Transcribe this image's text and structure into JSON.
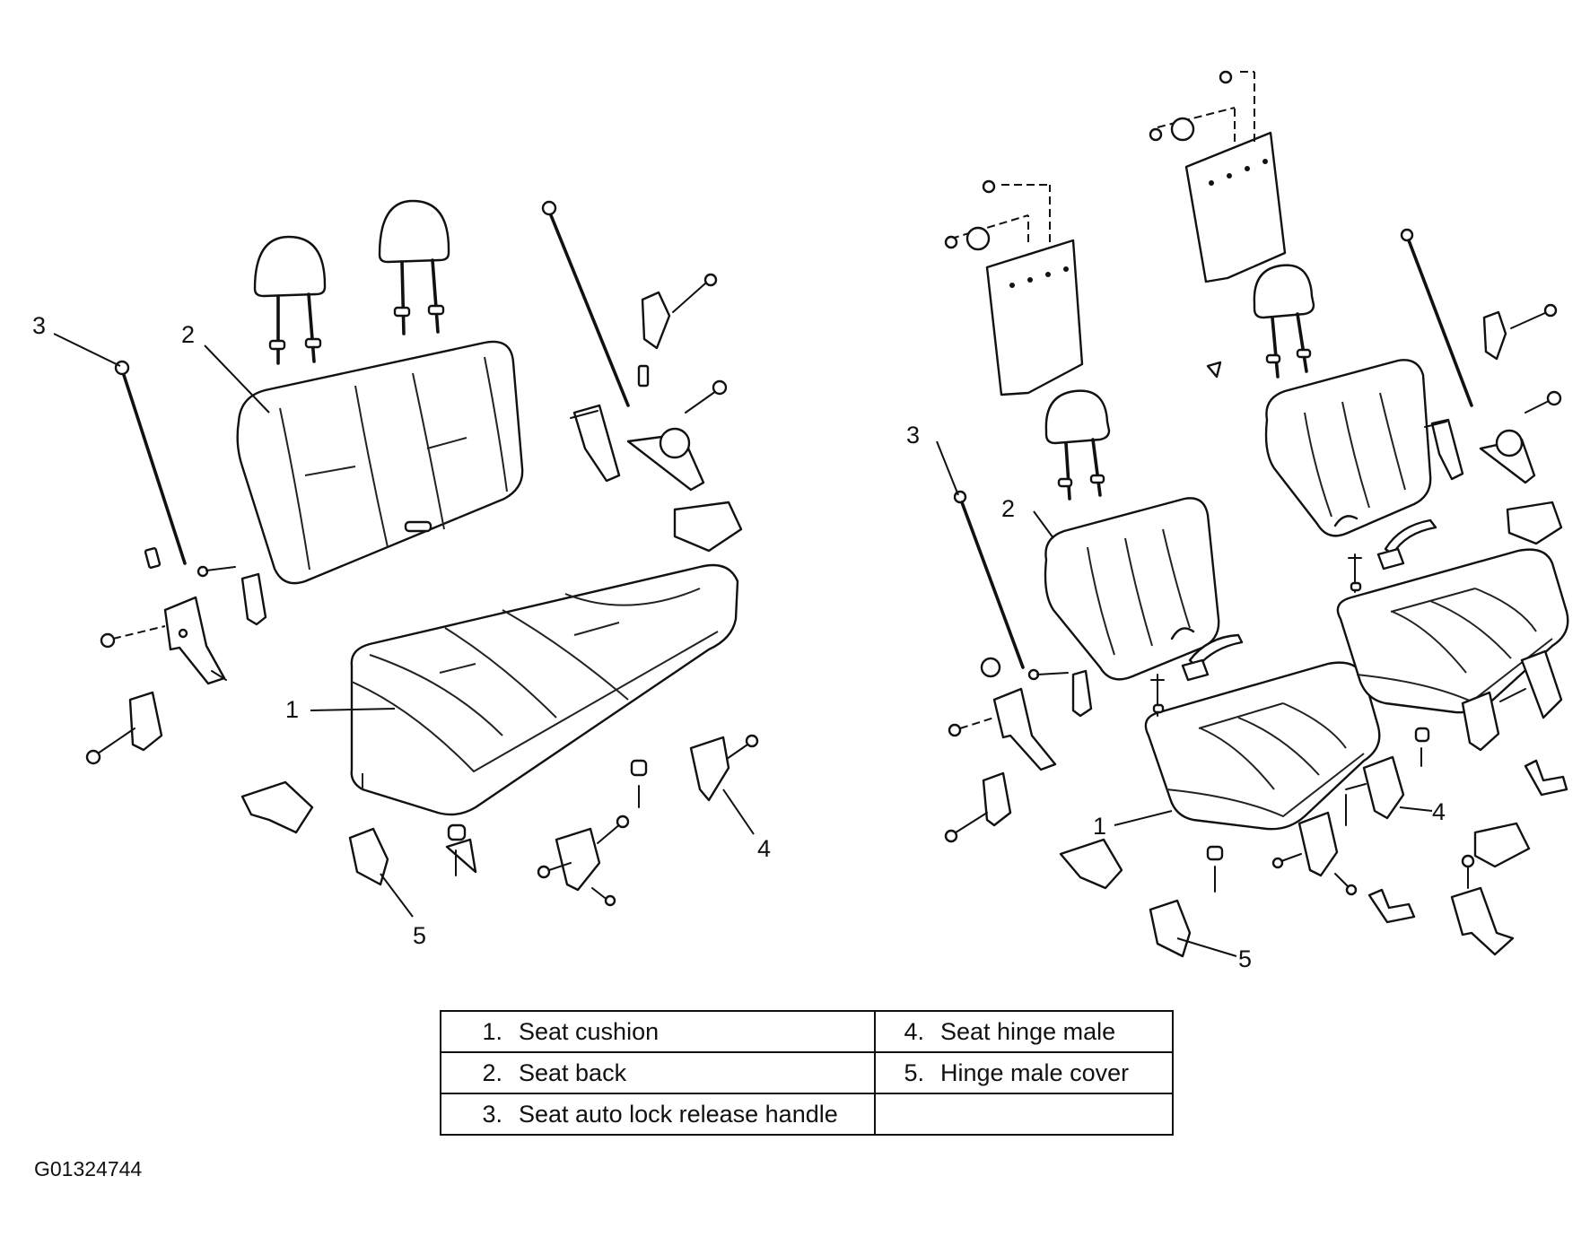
{
  "callouts": {
    "rear": [
      "1",
      "2",
      "3",
      "4",
      "5"
    ],
    "front": [
      "1",
      "2",
      "3",
      "4",
      "5"
    ]
  },
  "legend": {
    "rows": [
      [
        {
          "num": "1.",
          "text": "Seat cushion"
        },
        {
          "num": "4.",
          "text": "Seat hinge male"
        }
      ],
      [
        {
          "num": "2.",
          "text": "Seat back"
        },
        {
          "num": "5.",
          "text": "Hinge male cover"
        }
      ],
      [
        {
          "num": "3.",
          "text": "Seat auto lock release handle"
        },
        {
          "num": "",
          "text": ""
        }
      ]
    ]
  },
  "figure_code": "G01324744"
}
